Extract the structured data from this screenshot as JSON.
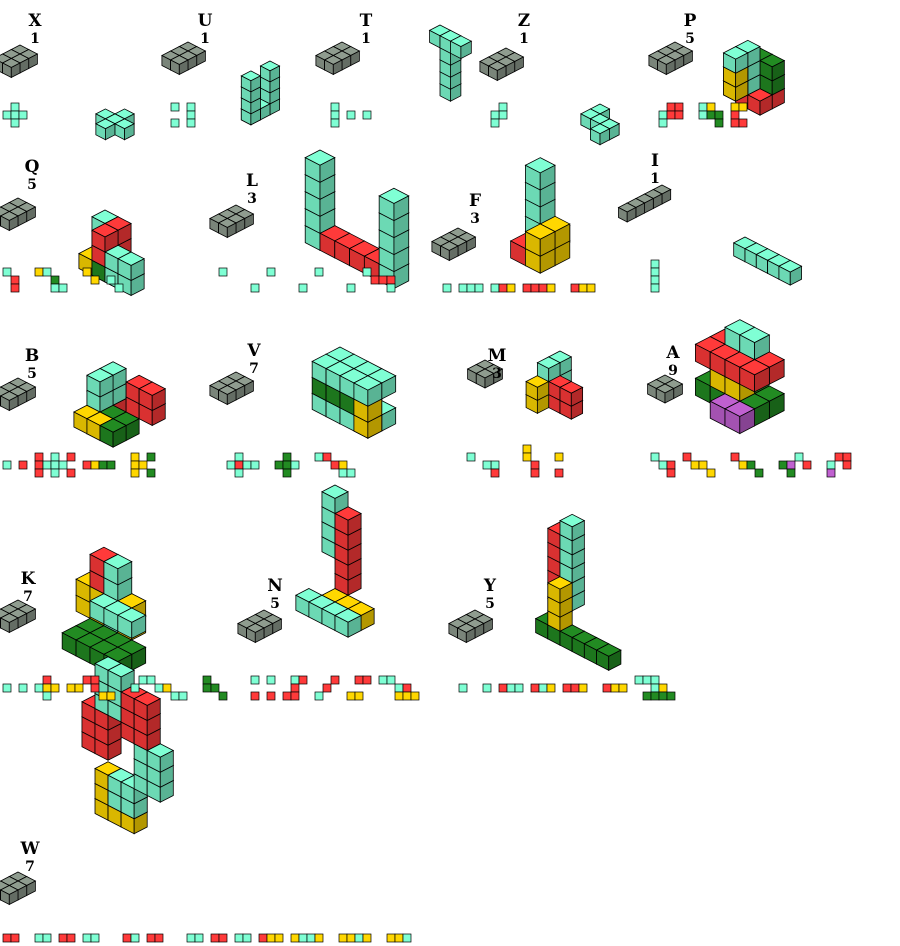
{
  "colors": {
    "gray": "#8f9c8f",
    "mint": "#7fffd4",
    "red": "#ff3a3a",
    "yellow": "#ffd700",
    "green": "#228b22",
    "purple": "#c060d0"
  },
  "puzzles": [
    {
      "letter": "X",
      "count": "1"
    },
    {
      "letter": "U",
      "count": "1"
    },
    {
      "letter": "T",
      "count": "1"
    },
    {
      "letter": "Z",
      "count": "1"
    },
    {
      "letter": "P",
      "count": "5"
    },
    {
      "letter": "Q",
      "count": "5"
    },
    {
      "letter": "L",
      "count": "3"
    },
    {
      "letter": "F",
      "count": "3"
    },
    {
      "letter": "I",
      "count": "1"
    },
    {
      "letter": "B",
      "count": "5"
    },
    {
      "letter": "V",
      "count": "7"
    },
    {
      "letter": "M",
      "count": "3"
    },
    {
      "letter": "A",
      "count": "9"
    },
    {
      "letter": "K",
      "count": "7"
    },
    {
      "letter": "N",
      "count": "5"
    },
    {
      "letter": "Y",
      "count": "5"
    },
    {
      "letter": "W",
      "count": "7"
    }
  ]
}
